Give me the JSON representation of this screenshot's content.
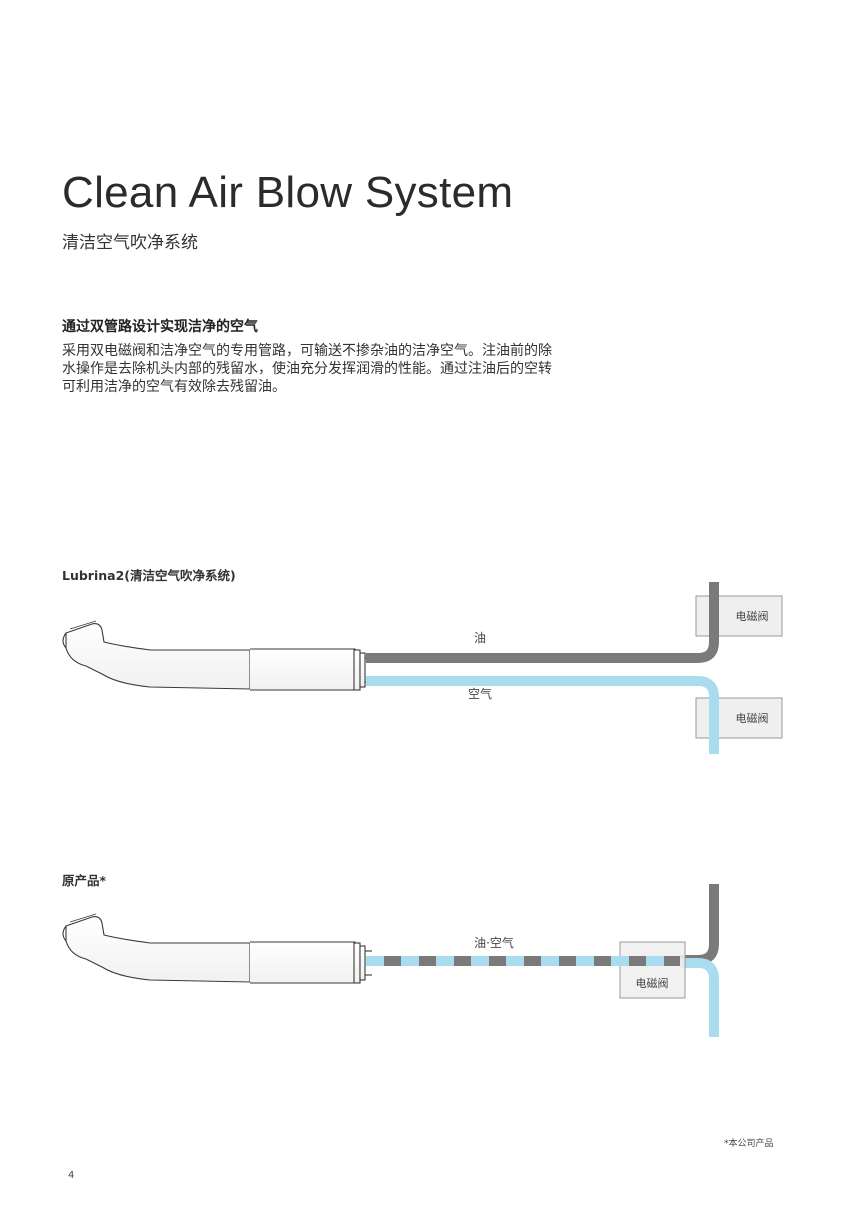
{
  "title": "Clean Air Blow System",
  "subtitle": "清洁空气吹净系统",
  "section": {
    "heading": "通过双管路设计实现洁净的空气",
    "lines": [
      "采用双电磁阀和洁净空气的专用管路，可输送不掺杂油的洁净空气。注油前的除",
      "水操作是去除机头内部的残留水，使油充分发挥润滑的性能。通过注油后的空转",
      "可利用洁净的空气有效除去残留油。"
    ]
  },
  "diagram_new": {
    "label": "Lubrina2(清洁空气吹净系统)",
    "oil_label": "油",
    "air_label": "空气",
    "valve_top_label": "电磁阀",
    "valve_bottom_label": "电磁阀"
  },
  "diagram_old": {
    "label": "原产品*",
    "mixed_label": "油·空气",
    "valve_label": "电磁阀"
  },
  "footnote": "*本公司产品",
  "page_number": "4",
  "colors": {
    "oil_line": "#7a7a7a",
    "air_line": "#a9dcef",
    "valve_fill": "#efefef",
    "valve_border": "#9a9a9a"
  }
}
